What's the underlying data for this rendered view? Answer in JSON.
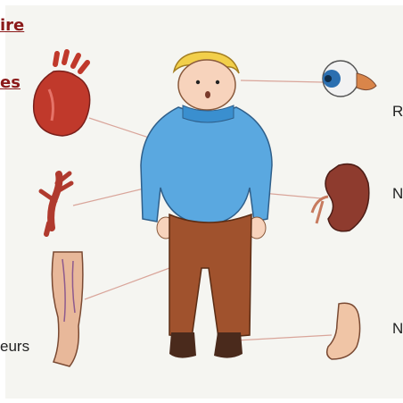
{
  "heading_fragments": [
    "ire",
    "es"
  ],
  "side_labels": {
    "eye": "R",
    "kidney": "N",
    "foot": "N",
    "leg": "eurs"
  },
  "colors": {
    "heading": "#8b1a1a",
    "sweater": "#5aa8e0",
    "trousers": "#a0522d",
    "organ_red": "#c0392b"
  }
}
